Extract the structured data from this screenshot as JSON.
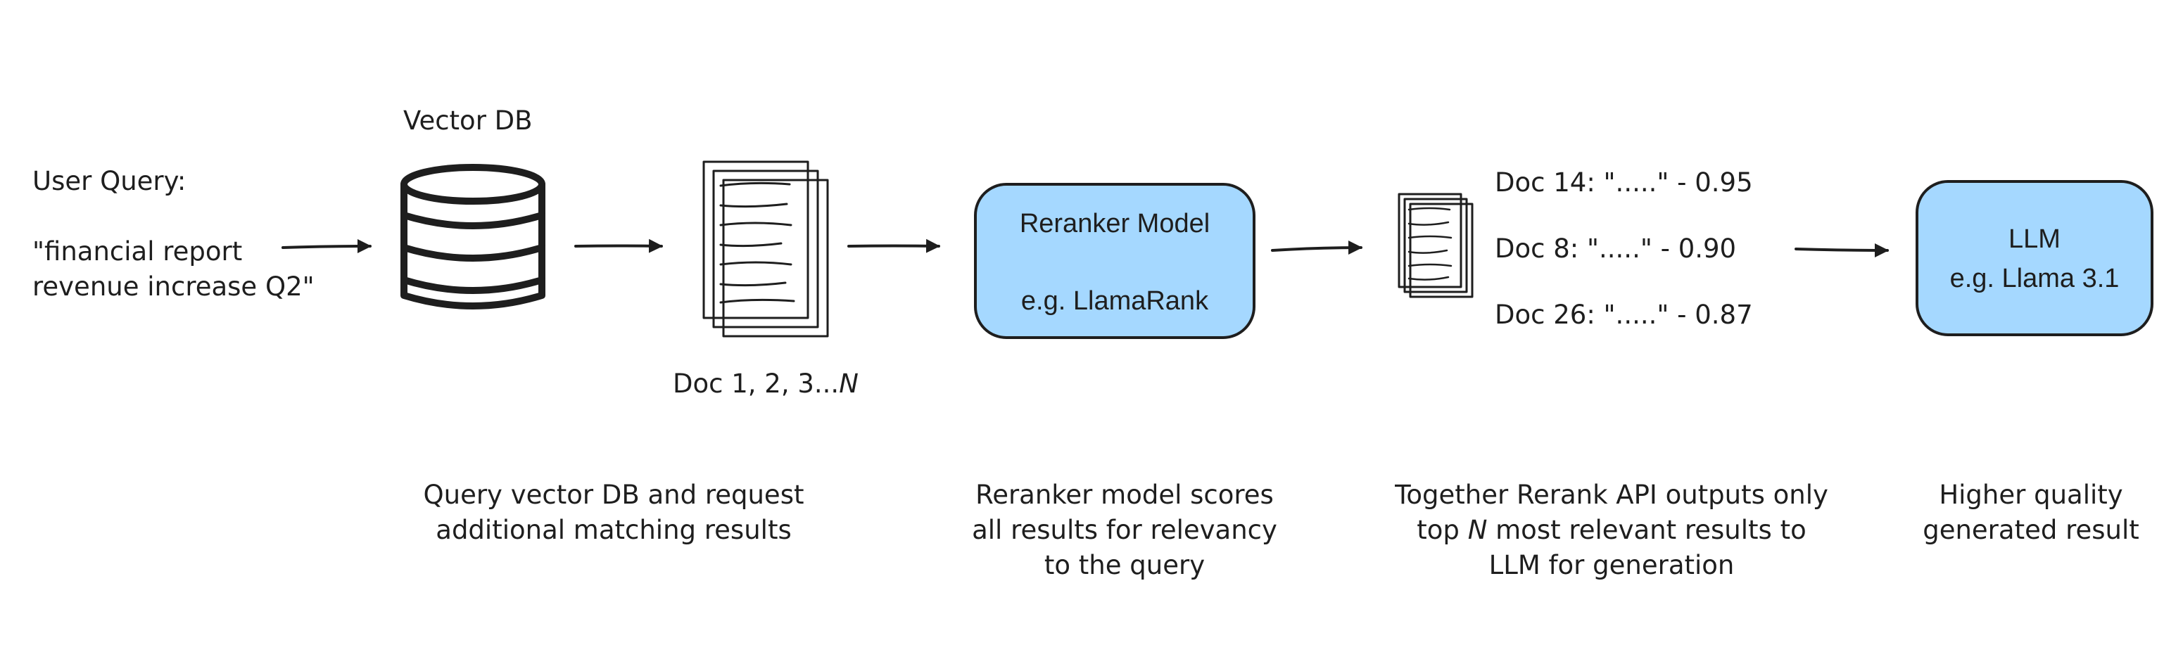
{
  "colors": {
    "box_fill": "#a5d8ff",
    "ink": "#1e1e1e",
    "background": "#ffffff"
  },
  "user_query": {
    "label": "User Query:",
    "line1": "\"financial report",
    "line2": "revenue increase Q2\""
  },
  "vector_db": {
    "label": "Vector DB",
    "icon": "database-icon"
  },
  "documents": {
    "icon": "document-stack-icon",
    "caption_prefix": "Doc 1, 2, 3...",
    "caption_n": "N"
  },
  "reranker": {
    "title": "Reranker Model",
    "subtitle": "e.g. LlamaRank"
  },
  "ranked": {
    "icon": "document-stack-icon",
    "items": [
      "Doc 14: \".....\" - 0.95",
      "Doc 8: \".....\" - 0.90",
      "Doc 26: \".....\" - 0.87"
    ]
  },
  "llm": {
    "title": "LLM",
    "subtitle": "e.g. Llama 3.1"
  },
  "captions": {
    "step1_line1": "Query vector DB and request",
    "step1_line2": "additional matching results",
    "step2_line1": "Reranker model scores",
    "step2_line2": "all results for relevancy",
    "step2_line3": "to the query",
    "step3_line1": "Together Rerank API outputs only",
    "step3_line2_a": "top ",
    "step3_line2_n": "N",
    "step3_line2_b": " most relevant results to",
    "step3_line3": "LLM for generation",
    "step4_line1": "Higher quality",
    "step4_line2": "generated result"
  }
}
